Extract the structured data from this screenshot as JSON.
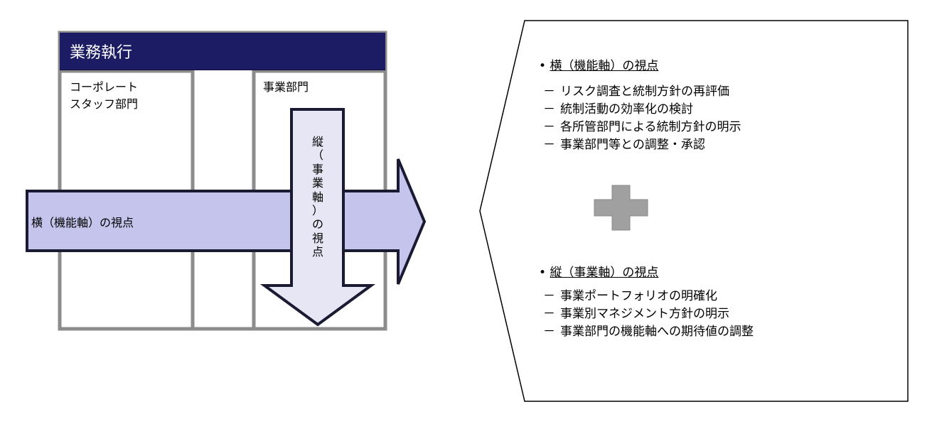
{
  "left": {
    "header_title": "業務執行",
    "corporate_label_line1": "コーポレート",
    "corporate_label_line2": "スタッフ部門",
    "business_label": "事業部門",
    "horizontal_arrow_label": "横（機能軸）の視点",
    "vertical_arrow_chars": [
      "縦",
      "（",
      "事",
      "業",
      "軸",
      "）",
      "の",
      "視",
      "点"
    ]
  },
  "right": {
    "section1": {
      "bullet": "•",
      "title": "横（機能軸）の視点",
      "items": [
        "リスク調査と統制方針の再評価",
        "統制活動の効率化の検討",
        "各所管部門による統制方針の明示",
        "事業部門等との調整・承認"
      ]
    },
    "section2": {
      "bullet": "•",
      "title": "縦（事業軸）の視点",
      "items": [
        "事業ポートフォリオの明確化",
        "事業別マネジメント方針の明示",
        "事業部門の機能軸への期待値の調整"
      ]
    },
    "dash": "－"
  },
  "colors": {
    "header_bg": "#1b1c63",
    "arrow_fill": "#c4c4ec",
    "arrow_stroke": "#1a1a33",
    "panel_border": "#8c8c8c",
    "plus_fill": "#a0a0a0"
  }
}
